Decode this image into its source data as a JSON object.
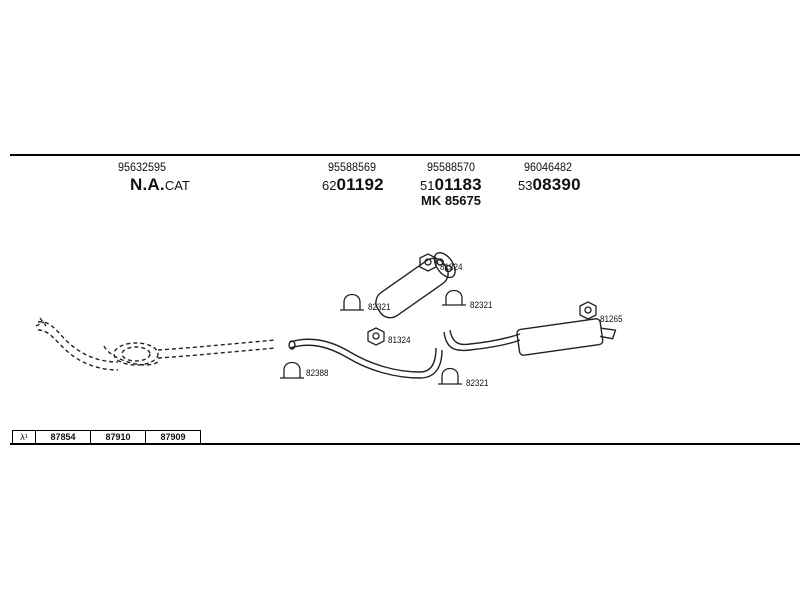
{
  "header_parts": [
    {
      "part_number": "95632595",
      "code_prefix": "",
      "code_main": "N.A.",
      "code_suffix": "CAT"
    },
    {
      "part_number": "95588569",
      "code_prefix": "62",
      "code_main": "01192",
      "code_suffix": ""
    },
    {
      "part_number": "95588570",
      "code_prefix": "51",
      "code_main": "01183",
      "code_suffix": "",
      "kit": "MK  85675"
    },
    {
      "part_number": "96046482",
      "code_prefix": "53",
      "code_main": "08390",
      "code_suffix": ""
    }
  ],
  "diagram_refs": {
    "clamp_top_right": "81324",
    "clamp_mid_left": "82321",
    "clamp_mid_right": "82321",
    "clamp_center": "81324",
    "clamp_rear": "81265",
    "clamp_front": "82388",
    "clamp_bottom": "82321"
  },
  "bottom_table": {
    "symbol": "λ¹",
    "values": [
      "87854",
      "87910",
      "87909"
    ]
  },
  "colors": {
    "line": "#000000",
    "part_stroke": "#222222"
  }
}
